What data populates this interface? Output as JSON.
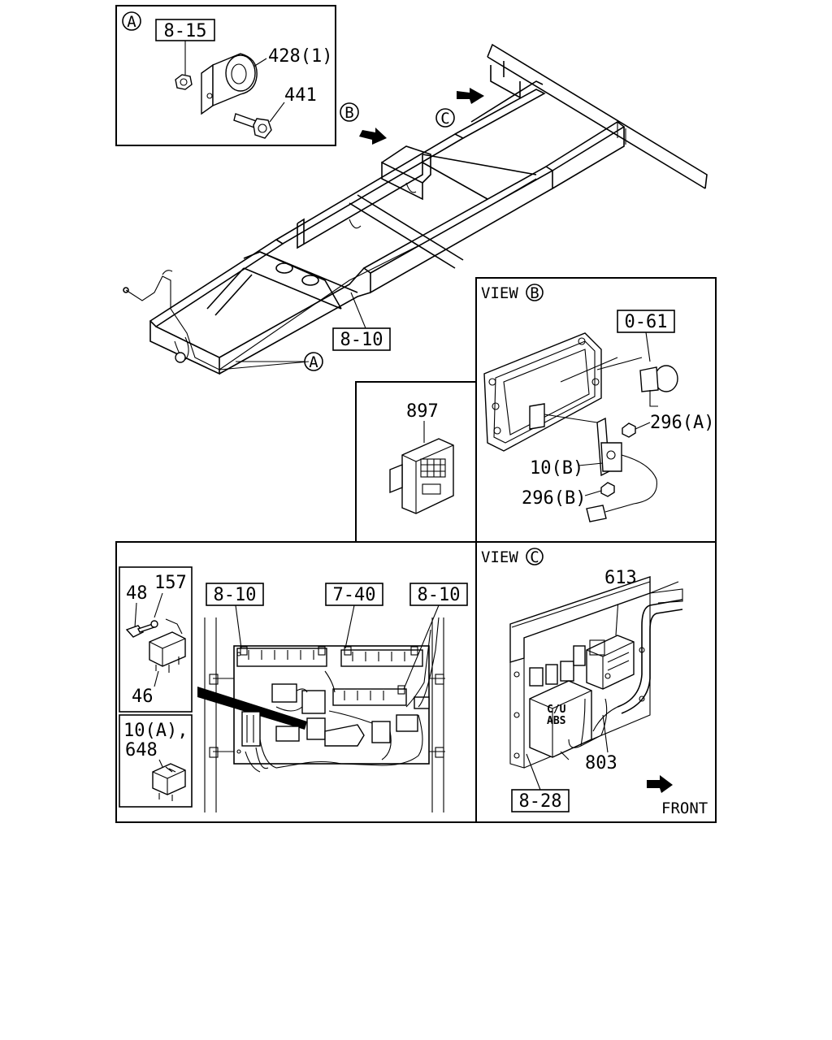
{
  "callouts": {
    "detail_a_marker": "A",
    "view_b_marker": "B",
    "view_c_marker": "C"
  },
  "detail_a": {
    "ref_box": "8-15",
    "part_428": "428(1)",
    "part_441": "441"
  },
  "chassis": {
    "ref_box": "8-10",
    "callout_a": "A"
  },
  "view_b": {
    "title": "VIEW",
    "marker": "B",
    "ref_box": "0-61",
    "part_296a": "296(A)",
    "part_10b": "10(B)",
    "part_296b": "296(B)"
  },
  "part_897": {
    "label": "897"
  },
  "panel": {
    "ref_left": "8-10",
    "ref_mid": "7-40",
    "ref_right": "8-10",
    "part_48": "48",
    "part_157": "157",
    "part_46": "46",
    "part_10a": "10(A),",
    "part_648": "648"
  },
  "view_c": {
    "title": "VIEW",
    "marker": "C",
    "part_613": "613",
    "cu_line1": "C/U",
    "cu_line2": "ABS",
    "part_803": "803",
    "ref_box": "8-28",
    "front": "FRONT"
  }
}
